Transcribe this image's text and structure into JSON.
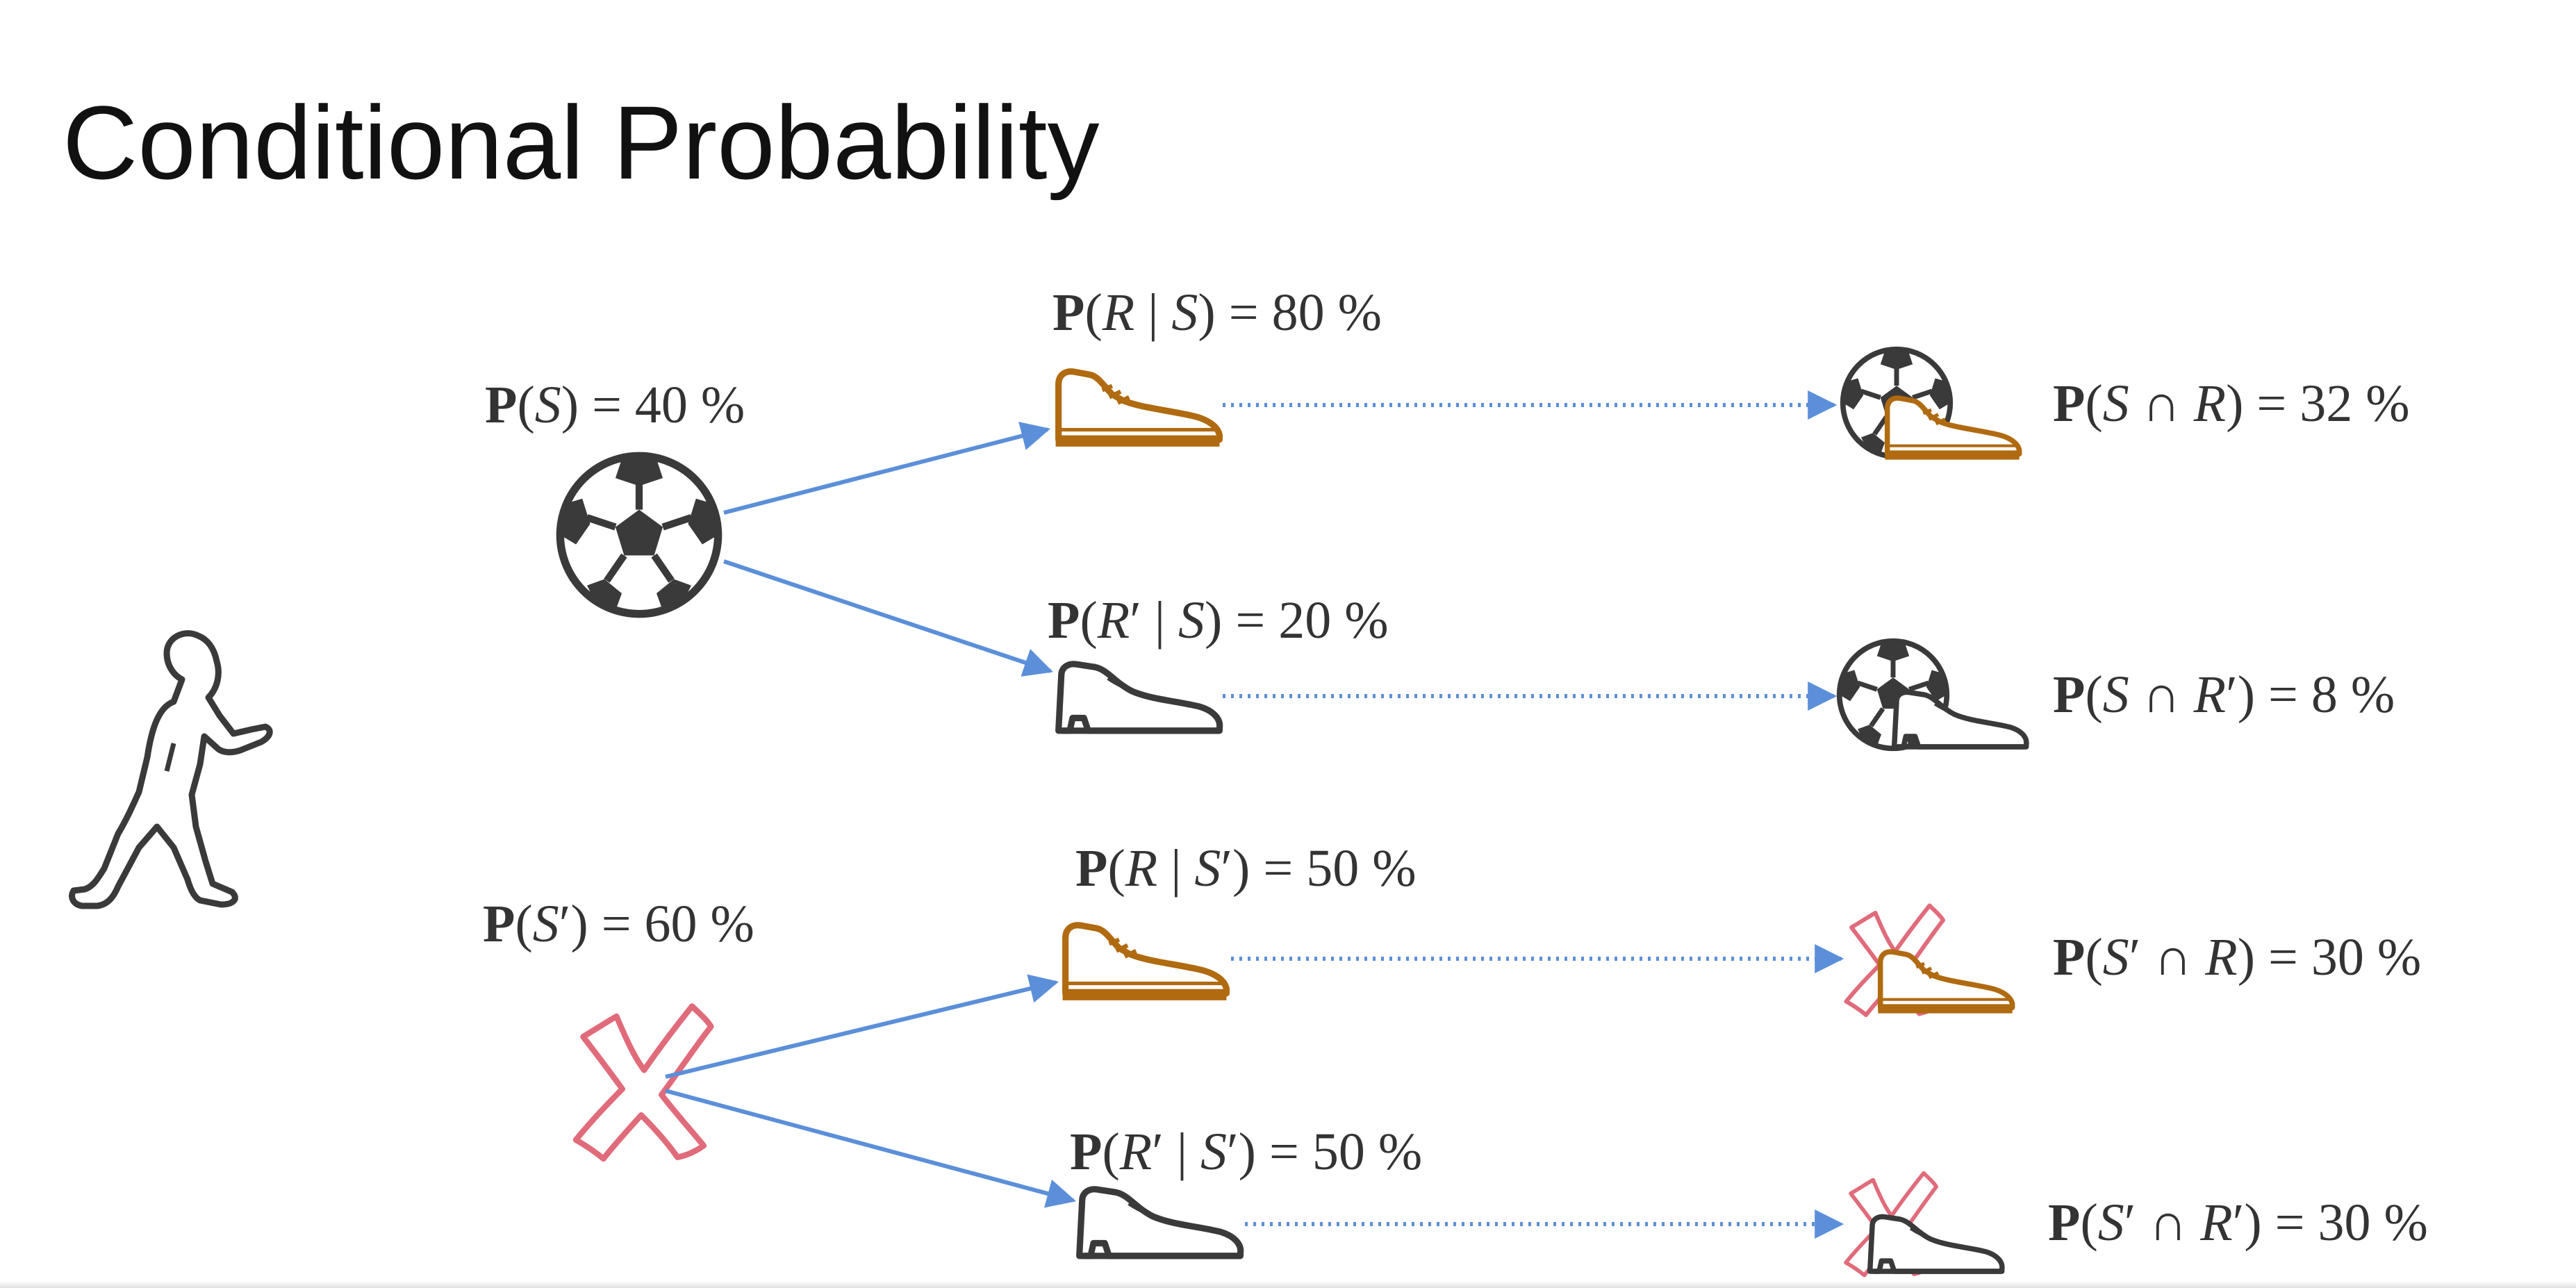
{
  "title": "Conditional Probability",
  "colors": {
    "arrow": "#5b8fd9",
    "shoe_colored": "#b06a10",
    "shoe_plain": "#3a3a3a",
    "cross": "#e06b7a",
    "ball": "#3a3a3a"
  },
  "icons": {
    "runner": "running-child-icon",
    "ball": "soccer-ball-icon",
    "cross": "cross-icon",
    "shoe_colored": "running-shoe-icon",
    "shoe_plain": "dress-shoe-icon"
  },
  "labels": {
    "p_s": {
      "prefix": "P",
      "open": "(",
      "var": "S",
      "prime": "",
      "close": ")",
      "rest": " = 40 %"
    },
    "p_not_s": {
      "prefix": "P",
      "open": "(",
      "var": "S",
      "prime": "′",
      "close": ")",
      "rest": " = 60 %"
    },
    "p_r_given_s": {
      "text": "P(R | S) = 80 %"
    },
    "p_notr_given_s": {
      "text": "P(R′ | S) = 20 %"
    },
    "p_r_given_nots": {
      "text": "P(R | S′) = 50 %"
    },
    "p_notr_given_nots": {
      "text": "P(R′ | S′) = 50 %"
    },
    "p_s_and_r": {
      "text": "P(S ∩ R) = 32 %"
    },
    "p_s_and_notr": {
      "text": "P(S ∩ R′) = 8 %"
    },
    "p_nots_and_r": {
      "text": "P(S′ ∩ R) = 30 %"
    },
    "p_nots_and_notr": {
      "text": "P(S′ ∩ R′) = 30 %"
    }
  },
  "formulas": {
    "f1": {
      "bold": "P",
      "a": "(",
      "x": "S",
      "xp": "",
      "bar": "",
      "y": "",
      "yp": "",
      "b": ")",
      "eq": " = 40 %"
    },
    "f2": {
      "bold": "P",
      "a": "(",
      "x": "S",
      "xp": "′",
      "bar": "",
      "y": "",
      "yp": "",
      "b": ")",
      "eq": " = 60 %"
    },
    "f3": {
      "bold": "P",
      "a": "(",
      "x": "R",
      "xp": "",
      "bar": " | ",
      "y": "S",
      "yp": "",
      "b": ")",
      "eq": " = 80 %"
    },
    "f4": {
      "bold": "P",
      "a": "(",
      "x": "R",
      "xp": "′",
      "bar": " | ",
      "y": "S",
      "yp": "",
      "b": ")",
      "eq": " = 20 %"
    },
    "f5": {
      "bold": "P",
      "a": "(",
      "x": "R",
      "xp": "",
      "bar": " | ",
      "y": "S",
      "yp": "′",
      "b": ")",
      "eq": " = 50 %"
    },
    "f6": {
      "bold": "P",
      "a": "(",
      "x": "R",
      "xp": "′",
      "bar": " | ",
      "y": "S",
      "yp": "′",
      "b": ")",
      "eq": " = 50 %"
    },
    "f7": {
      "bold": "P",
      "a": "(",
      "x": "S",
      "xp": "",
      "bar": " ∩ ",
      "y": "R",
      "yp": "",
      "b": ")",
      "eq": " = 32 %"
    },
    "f8": {
      "bold": "P",
      "a": "(",
      "x": "S",
      "xp": "",
      "bar": " ∩ ",
      "y": "R",
      "yp": "′",
      "b": ")",
      "eq": " = 8 %"
    },
    "f9": {
      "bold": "P",
      "a": "(",
      "x": "S",
      "xp": "′",
      "bar": " ∩ ",
      "y": "R",
      "yp": "",
      "b": ")",
      "eq": " = 30 %"
    },
    "f10": {
      "bold": "P",
      "a": "(",
      "x": "S",
      "xp": "′",
      "bar": " ∩ ",
      "y": "R",
      "yp": "′",
      "b": ")",
      "eq": " = 30 %"
    }
  }
}
